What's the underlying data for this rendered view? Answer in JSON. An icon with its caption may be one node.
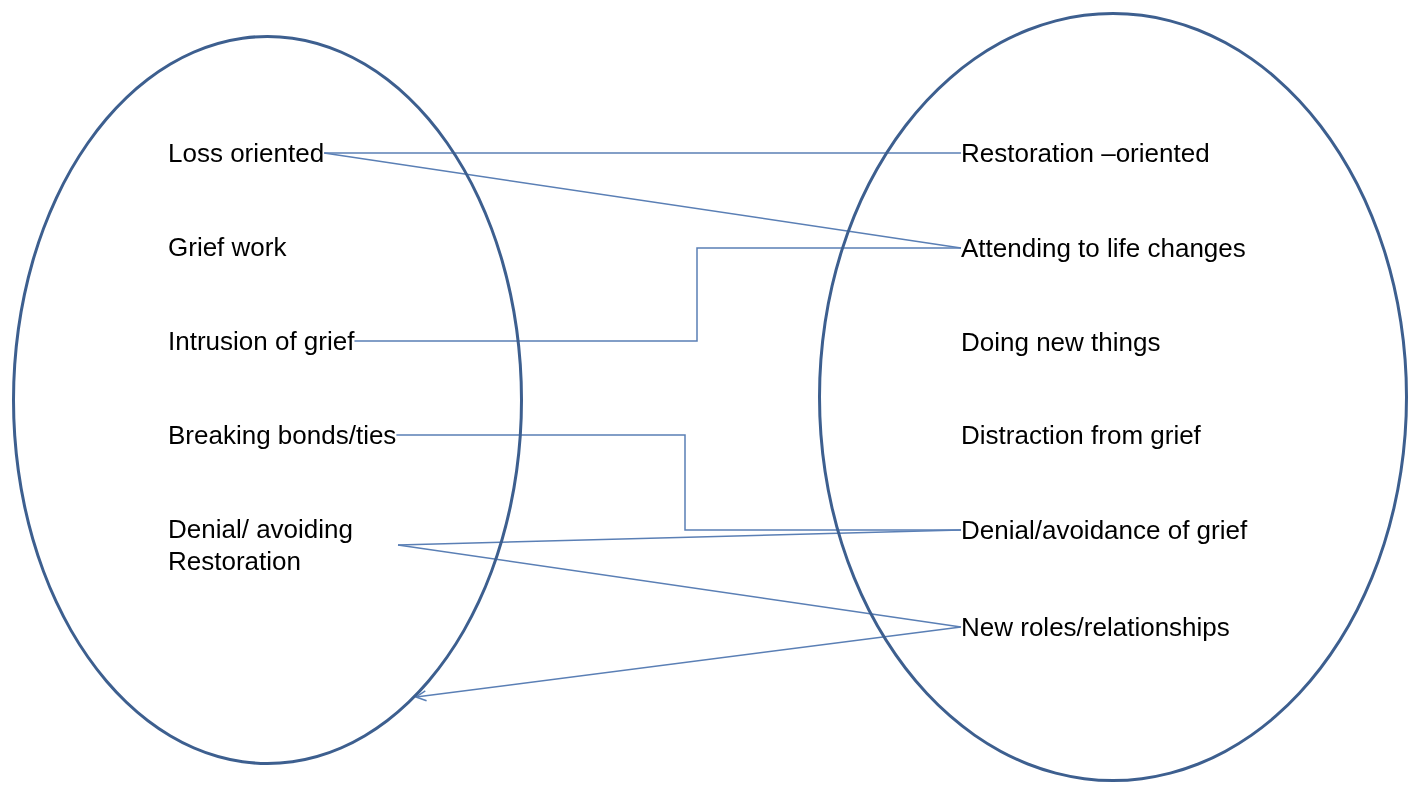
{
  "diagram": {
    "nodes": [
      {
        "text": [],
        "shape": "ellipse"
      },
      {
        "text": [
          "Loss oriented"
        ],
        "in": 0
      },
      {
        "text": [
          "Grief work"
        ],
        "in": 0
      },
      {
        "text": [
          "Intrusion of grief"
        ],
        "in": 0
      },
      {
        "text": [
          "Breaking bonds/ties"
        ],
        "in": 0
      },
      {
        "text": [
          "Denial/ avoiding Restoration"
        ],
        "in": 0
      },
      {
        "text": [],
        "shape": "ellipse"
      },
      {
        "text": [
          "Restoration –oriented"
        ],
        "in": 6
      },
      {
        "text": [
          "Attending to life changes"
        ],
        "in": 6
      },
      {
        "text": [
          "Doing new things"
        ],
        "in": 6
      },
      {
        "text": [
          "Distraction from grief"
        ],
        "in": 6
      },
      {
        "text": [
          "Denial/avoidance of grief"
        ],
        "in": 6
      },
      {
        "text": [
          "New roles/relationships"
        ],
        "in": 6
      }
    ],
    "edges": [
      {
        "from": 1,
        "to": 7,
        "arrow": "none"
      },
      {
        "from": 1,
        "to": 8,
        "arrow": "none"
      },
      {
        "from": 3,
        "to": 8,
        "arrow": "none"
      },
      {
        "from": 4,
        "to": 11,
        "arrow": "none"
      },
      {
        "from": 5,
        "to": 11,
        "arrow": "none"
      },
      {
        "from": 5,
        "to": 12,
        "arrow": "none"
      },
      {
        "from": 12,
        "to": 0,
        "arrow": "to"
      }
    ]
  }
}
